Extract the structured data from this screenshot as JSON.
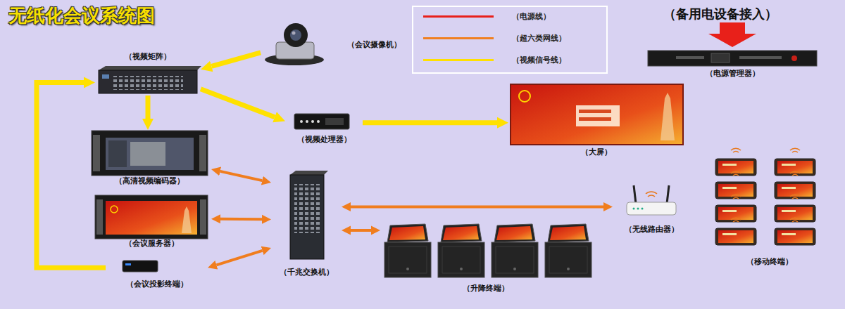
{
  "diagram": {
    "title": "无纸化会议系统图",
    "nodes": [
      {
        "text": [
          "（视频矩阵）"
        ]
      },
      {
        "text": [
          "（会议摄像机）"
        ]
      },
      {
        "text": [
          "（电源管理器）"
        ]
      },
      {
        "text": [
          "（视频处理器）"
        ]
      },
      {
        "text": [
          "（大屏）"
        ]
      },
      {
        "text": [
          "（高清视频编码器）"
        ]
      },
      {
        "text": [
          "（会议服务器）"
        ]
      },
      {
        "text": [
          "（千兆交换机）"
        ]
      },
      {
        "text": [
          "（无线路由器）"
        ]
      },
      {
        "text": [
          "（升降终端）"
        ]
      },
      {
        "text": [
          "（移动终端）"
        ]
      },
      {
        "text": [
          "（会议投影终端）"
        ]
      }
    ],
    "edges": [
      {
        "from": 1,
        "to": 0,
        "arrow": "to"
      },
      {
        "from": 0,
        "to": 5,
        "arrow": "to"
      },
      {
        "from": 0,
        "to": 3,
        "arrow": "to"
      },
      {
        "from": 3,
        "to": 4,
        "arrow": "to"
      },
      {
        "from": 11,
        "to": 0,
        "arrow": "to"
      },
      {
        "from": 5,
        "to": 7,
        "arrow": "both"
      },
      {
        "from": 6,
        "to": 7,
        "arrow": "both"
      },
      {
        "from": 11,
        "to": 7,
        "arrow": "both"
      },
      {
        "from": 7,
        "to": 9,
        "arrow": "both"
      },
      {
        "from": 7,
        "to": 8,
        "arrow": "both"
      }
    ],
    "labels": [
      "（备用电设备接入）"
    ],
    "legend": [
      {
        "text": "（电源线）",
        "color": "#e8201a"
      },
      {
        "text": "（超六类网线）",
        "color": "#f08020"
      },
      {
        "text": "（视频信号线）",
        "color": "#ffe000"
      }
    ]
  }
}
